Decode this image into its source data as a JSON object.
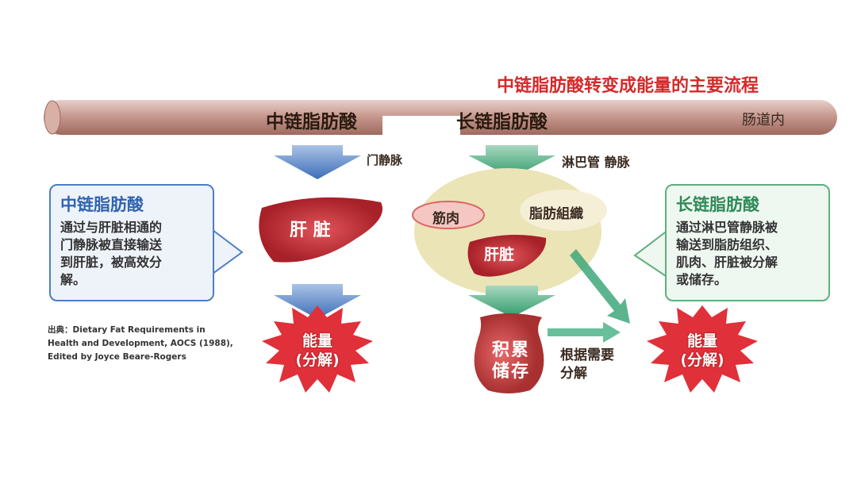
{
  "title": "中链脂肪酸转变成能量的主要流程",
  "intestine": {
    "mcfa": "中链脂肪酸",
    "lcfa": "长链脂肪酸",
    "label": "肠道内"
  },
  "routes": {
    "portal_vein": "门静脉",
    "lymph_vein": "淋巴管 静脉"
  },
  "organs": {
    "liver_left": "肝 脏",
    "muscle": "筋肉",
    "fat_tissue": "脂肪組織",
    "liver_right": "肝脏",
    "storage": "积累\n储存"
  },
  "energy": {
    "line1": "能量",
    "line2": "(分解)"
  },
  "as_needed": "根据需要\n分解",
  "left_box": {
    "title": "中链脂肪酸",
    "body": "通过与肝脏相通的\n门静脉被直接输送\n到肝脏，被高效分\n解。"
  },
  "right_box": {
    "title": "长链脂肪酸",
    "body": "通过淋巴管静脉被\n输送到脂肪组织、\n肌肉、肝脏被分解\n或储存。"
  },
  "source": "出典：Dietary Fat Requirements in\nHealth and Development, AOCS (1988),\nEdited by Joyce Beare-Rogers",
  "colors": {
    "title": "#d42a2a",
    "blue_arrow": "#4f7fc4",
    "green_arrow": "#3fa77a",
    "energy": "#e0303a",
    "liver": "#c8323a"
  }
}
